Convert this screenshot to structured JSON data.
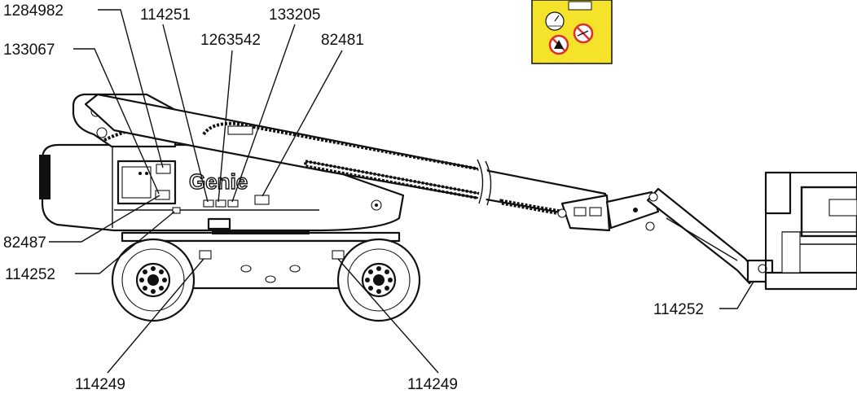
{
  "colors": {
    "decal_bg": "#f5e22a",
    "ink": "#111111",
    "prohibit": "#d9302b"
  },
  "brand": "Genie",
  "callouts": {
    "c1284982": "1284982",
    "c114251": "114251",
    "c133205": "133205",
    "c133067": "133067",
    "c1263542": "1263542",
    "c82481": "82481",
    "c82487": "82487",
    "c114252_left": "114252",
    "c114252_right": "114252",
    "c114249_left": "114249",
    "c114249_right": "114249"
  }
}
